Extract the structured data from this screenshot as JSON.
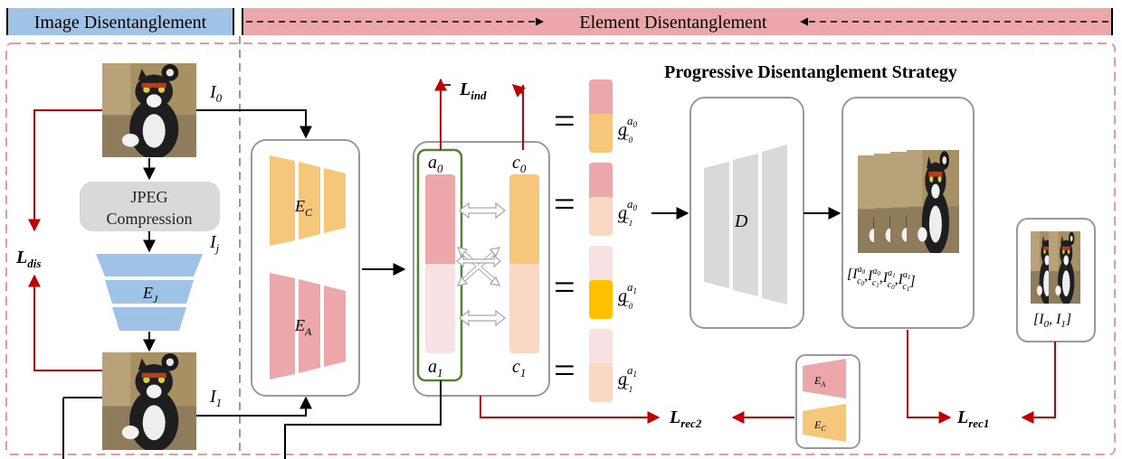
{
  "headers": {
    "image_disentanglement": "Image Disentanglement",
    "element_disentanglement": "Element Disentanglement"
  },
  "strategy_title": "Progressive Disentanglement Strategy",
  "jpeg": {
    "line1": "JPEG",
    "line2": "Compression"
  },
  "labels": {
    "I0": "I",
    "I0_sub": "0",
    "I1": "I",
    "I1_sub": "1",
    "Ij": "I",
    "Ij_sub": "j",
    "EJ": "E",
    "EJ_sub": "J",
    "EC": "E",
    "EC_sub": "C",
    "EA": "E",
    "EA_sub": "A",
    "D": "D",
    "a": "a",
    "c": "c",
    "sub0": "0",
    "sub1": "1"
  },
  "losses": {
    "dis": "L",
    "dis_sub": "dis",
    "ind": "L",
    "ind_sub": "ind",
    "rec1": "L",
    "rec1_sub": "rec1",
    "rec2": "L",
    "rec2_sub": "rec2"
  },
  "features": [
    {
      "g": "g",
      "c_sub": "c",
      "c_idx": "0",
      "a_sup": "a",
      "a_idx": "0",
      "top": "#eba7aa",
      "bottom": "#f6c67a"
    },
    {
      "g": "g",
      "c_sub": "c",
      "c_idx": "1",
      "a_sup": "a",
      "a_idx": "0",
      "top": "#eba7aa",
      "bottom": "#fbd8c3"
    },
    {
      "g": "g",
      "c_sub": "c",
      "c_idx": "0",
      "a_sup": "a",
      "a_idx": "1",
      "top": "#f9e2e4",
      "bottom": "#ffc000"
    },
    {
      "g": "g",
      "c_sub": "c",
      "c_idx": "1",
      "a_sup": "a",
      "a_idx": "1",
      "top": "#f9e2e4",
      "bottom": "#fbd8c3"
    }
  ],
  "equals": "=",
  "output_set": {
    "open": "[",
    "close": "]",
    "I": "I",
    "comma": ",",
    "c0": "c0",
    "c1": "c1",
    "a0": "a0",
    "a1": "a1"
  },
  "input_set": {
    "text": "[I",
    "sub0": "0",
    "mid": ", I",
    "sub1": "1",
    "close": "]"
  },
  "colors": {
    "header_blue": "#9ec3e6",
    "header_pink": "#eba7aa",
    "content": "#f6c67a",
    "attribute": "#eba7aa",
    "encoder_blue": "#9ec3e6",
    "loss_red": "#c00000",
    "green": "#548235",
    "gray_box": "#d9d9d9",
    "decoder_gray": "#d9d9d9"
  },
  "icons": [
    "cat-photo",
    "arrow",
    "double-arrow",
    "cross-arrows"
  ]
}
